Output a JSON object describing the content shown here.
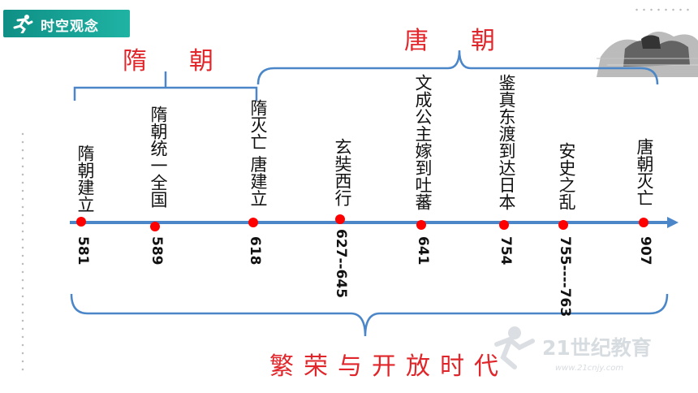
{
  "header": {
    "badge_label": "时空观念",
    "badge_icon": "running-figure-icon"
  },
  "eras": {
    "sui": "隋朝",
    "tang": "唐朝"
  },
  "events": [
    {
      "label": "隋朝建立",
      "year": "581"
    },
    {
      "label": "隋朝统一全国",
      "year": "589"
    },
    {
      "label": "隋灭亡 唐建立",
      "year": "618"
    },
    {
      "label": "玄奘西行",
      "year": "627--645"
    },
    {
      "label": "文成公主嫁到吐蕃",
      "year": "641"
    },
    {
      "label": "鉴真东渡到达日本",
      "year": "754"
    },
    {
      "label": "安史之乱",
      "year": "755----763"
    },
    {
      "label": "唐朝灭亡",
      "year": "907"
    }
  ],
  "bottom_label": "繁荣与开放时代",
  "watermark": {
    "brand": "21世纪教育",
    "url": "www.21cnjy.com"
  },
  "colors": {
    "accent_red": "#e0262a",
    "axis_blue": "#4a86c8",
    "badge_teal": "#1fa89a",
    "dot_red": "#ff0000"
  }
}
